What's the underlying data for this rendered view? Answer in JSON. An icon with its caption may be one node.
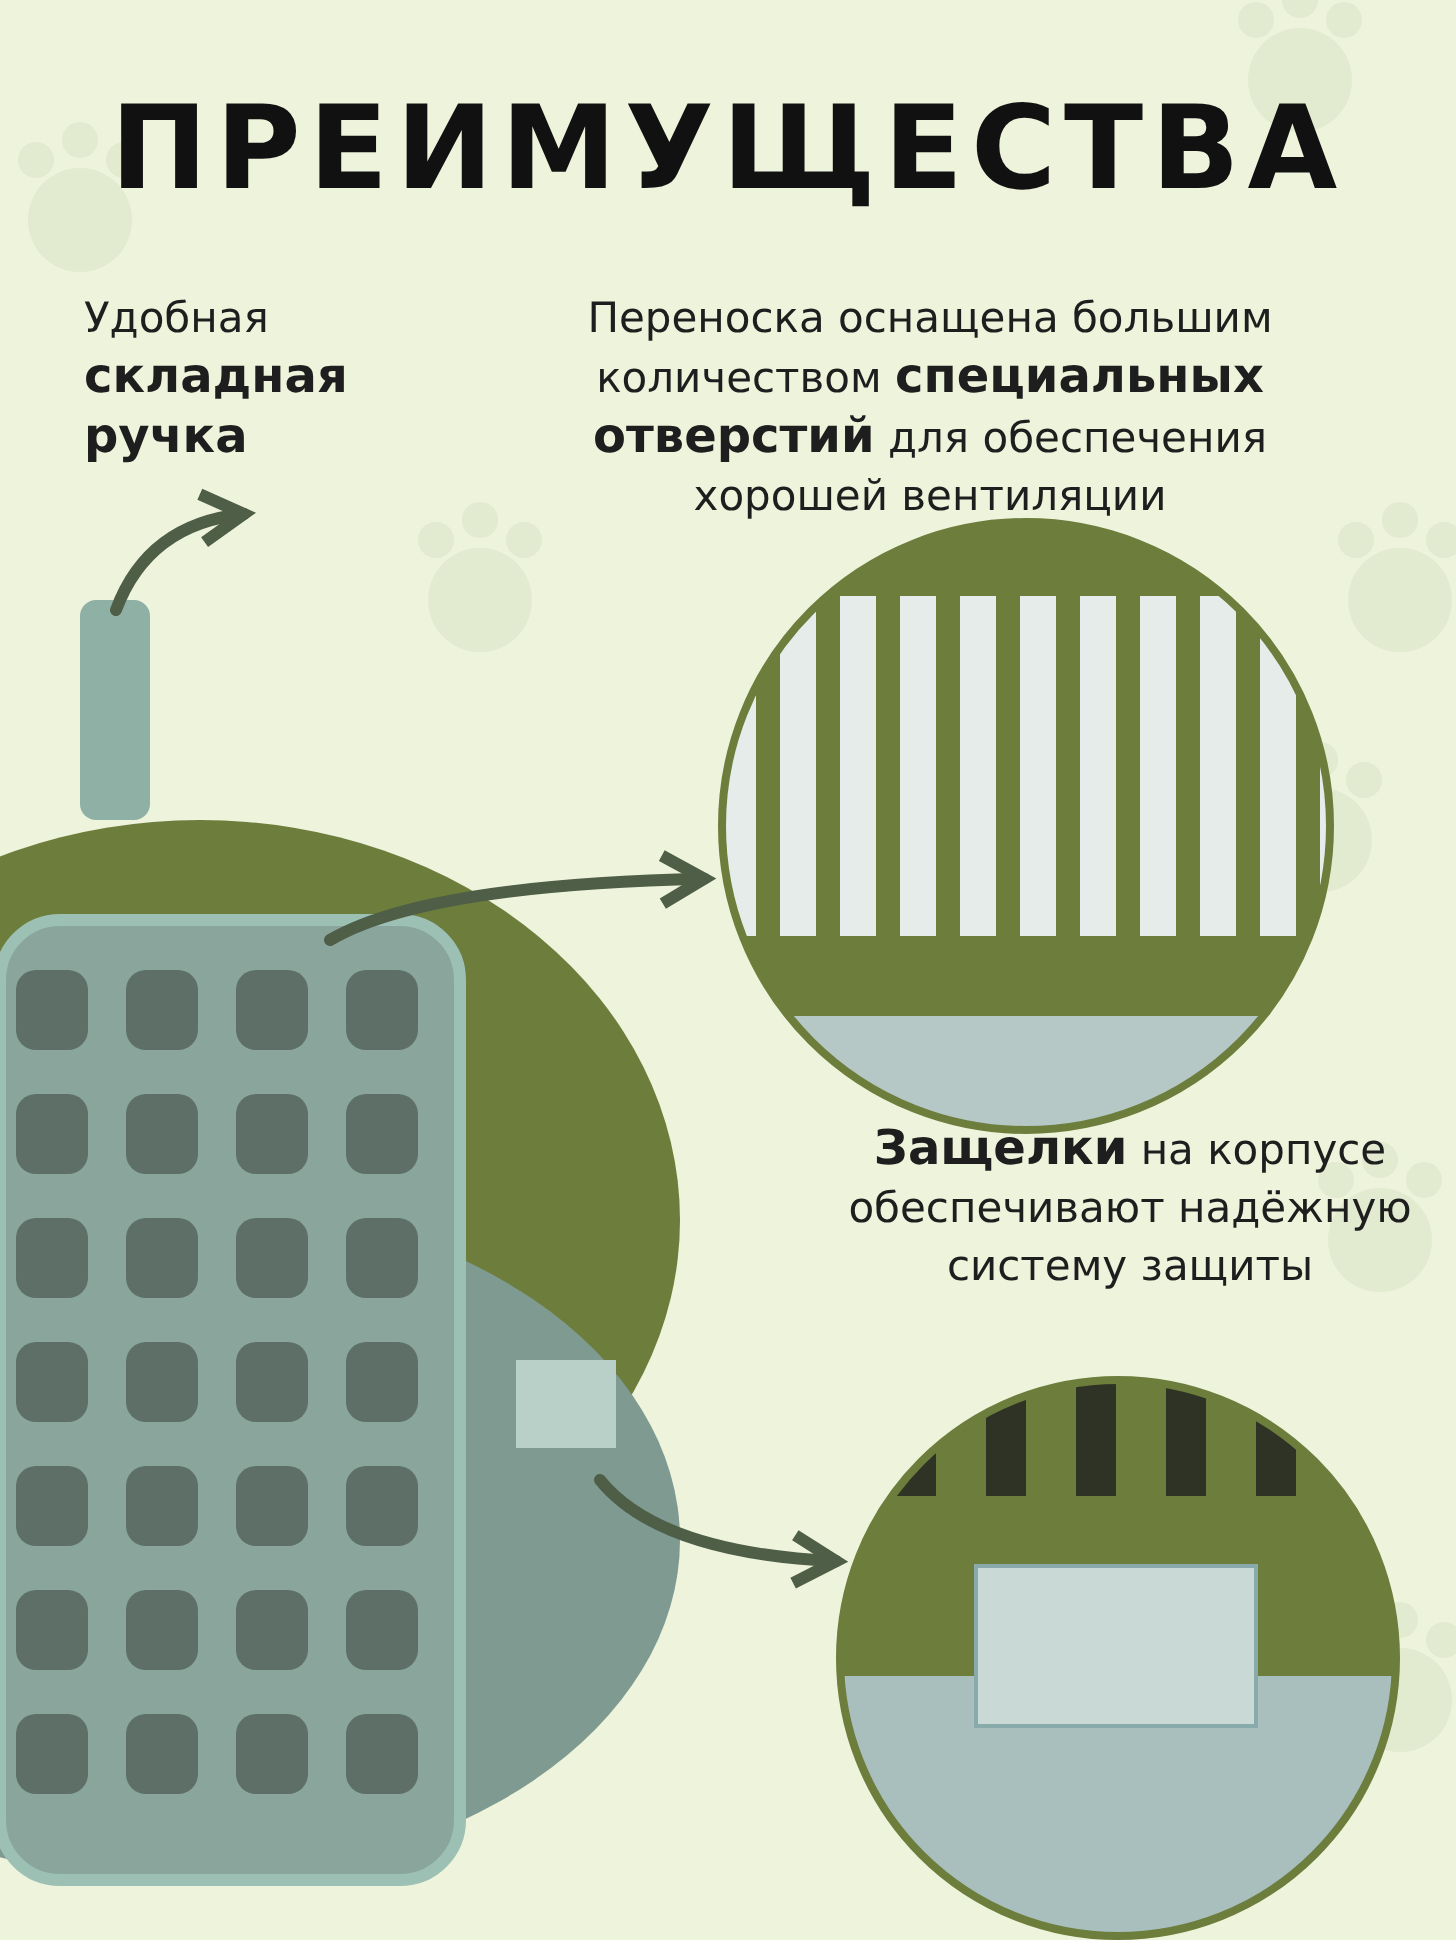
{
  "diagram": {
    "title": "ПРЕИМУЩЕСТВА",
    "nodes": [
      {
        "text": [
          "Удобная **складная** **ручка**"
        ]
      },
      {
        "text": [
          "Переноска оснащена большим количеством **специальных отверстий** для обеспечения хорошей вентиляции"
        ]
      },
      {
        "text": [
          "**Защёлки** на корпусе обеспечивают надёжную систему защиты"
        ]
      },
      {
        "text": [],
        "shape": "picture"
      },
      {
        "text": [],
        "shape": "picture"
      },
      {
        "text": [],
        "shape": "picture"
      }
    ],
    "edges": [
      {
        "from": 3,
        "to": 0,
        "arrow": "to"
      },
      {
        "from": 3,
        "to": 4,
        "arrow": "to"
      },
      {
        "from": 3,
        "to": 5,
        "arrow": "to"
      }
    ]
  }
}
